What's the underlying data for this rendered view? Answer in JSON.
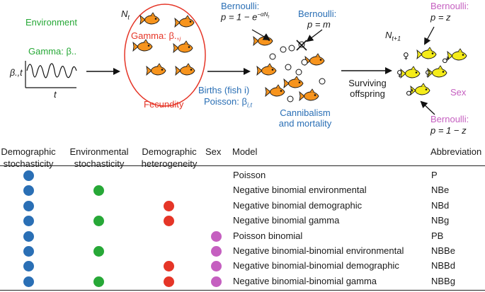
{
  "diagram": {
    "environment_label": "Environment",
    "gamma_env_label": "Gamma: β..",
    "beta_t_axis": "β.,t",
    "t_axis": "t",
    "nt_label": "N",
    "nt_sub": "t",
    "gamma_fecundity_label": "Gamma: β.,",
    "gamma_fecundity_sub": "i",
    "fecundity_label": "Fecundity",
    "bern1_title": "Bernoulli:",
    "bern1_formula": "p = 1 − e",
    "bern1_sup": "−αN",
    "bern1_sup_sub": "t",
    "bern2_title": "Bernoulli:",
    "bern2_formula": "p = m",
    "births_label": "Births (fish i)",
    "poisson_label": "Poisson: β",
    "poisson_sub": "i,t",
    "cannibalism_line1": "Cannibalism",
    "cannibalism_line2": "and mortality",
    "surviving_line1": "Surviving",
    "surviving_line2": "offspring",
    "nt1_label": "N",
    "nt1_sub": "t+1",
    "bern3_title": "Bernoulli:",
    "bern3_formula": "p = z",
    "sex_label": "Sex",
    "bern4_title": "Bernoulli:",
    "bern4_formula": "p = 1 − z",
    "colors": {
      "green": "#27a837",
      "red": "#e53527",
      "blue": "#2a6fb5",
      "pink": "#c55fc0",
      "fish_orange": "#f7941d",
      "fish_yellow": "#f5ec1a"
    }
  },
  "table": {
    "headers": {
      "demographic_stochasticity": [
        "Demographic",
        "stochasticity"
      ],
      "environmental_stochasticity": [
        "Environmental",
        "stochasticity"
      ],
      "demographic_heterogeneity": [
        "Demographic",
        "heterogeneity"
      ],
      "sex": "Sex",
      "model": "Model",
      "abbreviation": "Abbreviation"
    },
    "rows": [
      {
        "model": "Poisson",
        "abbr": "P",
        "dem": true,
        "env": false,
        "het": false,
        "sex": false
      },
      {
        "model": "Negative binomial environmental",
        "abbr": "NBe",
        "dem": true,
        "env": true,
        "het": false,
        "sex": false
      },
      {
        "model": "Negative binomial demographic",
        "abbr": "NBd",
        "dem": true,
        "env": false,
        "het": true,
        "sex": false
      },
      {
        "model": "Negative binomial gamma",
        "abbr": "NBg",
        "dem": true,
        "env": true,
        "het": true,
        "sex": false
      },
      {
        "model": "Poisson binomial",
        "abbr": "PB",
        "dem": true,
        "env": false,
        "het": false,
        "sex": true
      },
      {
        "model": "Negative binomial-binomial environmental",
        "abbr": "NBBe",
        "dem": true,
        "env": true,
        "het": false,
        "sex": true
      },
      {
        "model": "Negative binomial-binomial demographic",
        "abbr": "NBBd",
        "dem": true,
        "env": false,
        "het": true,
        "sex": true
      },
      {
        "model": "Negative binomial-binomial gamma",
        "abbr": "NBBg",
        "dem": true,
        "env": true,
        "het": true,
        "sex": true
      }
    ]
  }
}
